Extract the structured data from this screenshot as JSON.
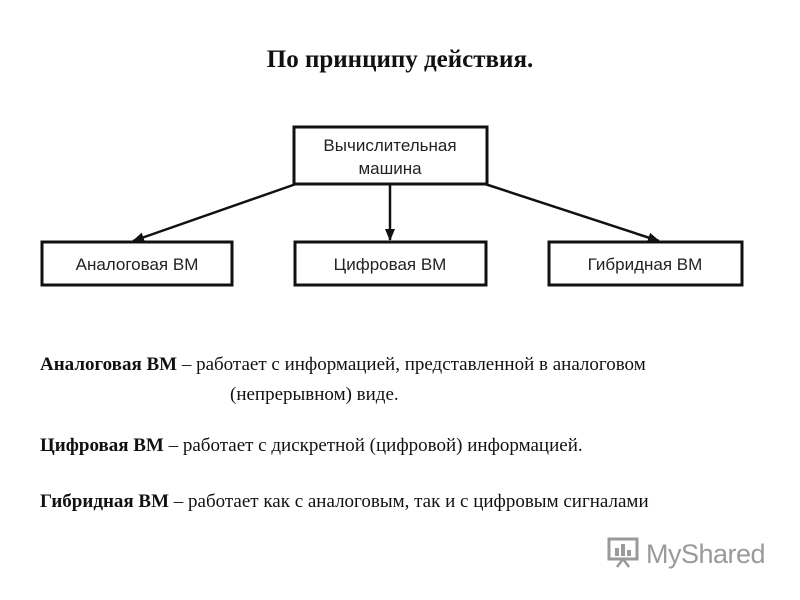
{
  "title": "По принципу действия.",
  "diagram": {
    "root": [
      "Вычислительная",
      "машина"
    ],
    "children": [
      "Аналоговая ВМ",
      "Цифровая ВМ",
      "Гибридная ВМ"
    ]
  },
  "descriptions": [
    {
      "term": "Аналоговая ВМ",
      "text": " – работает с информацией, представленной в аналоговом",
      "cont": "(непрерывном) виде."
    },
    {
      "term": "Цифровая ВМ",
      "text": " – работает с дискретной (цифровой) информацией."
    },
    {
      "term": "Гибридная ВМ",
      "text": " – работает как с аналоговым, так и с цифровым сигналами"
    }
  ],
  "watermark": {
    "text": "MyShared",
    "icon": "chart-presentation-icon"
  }
}
